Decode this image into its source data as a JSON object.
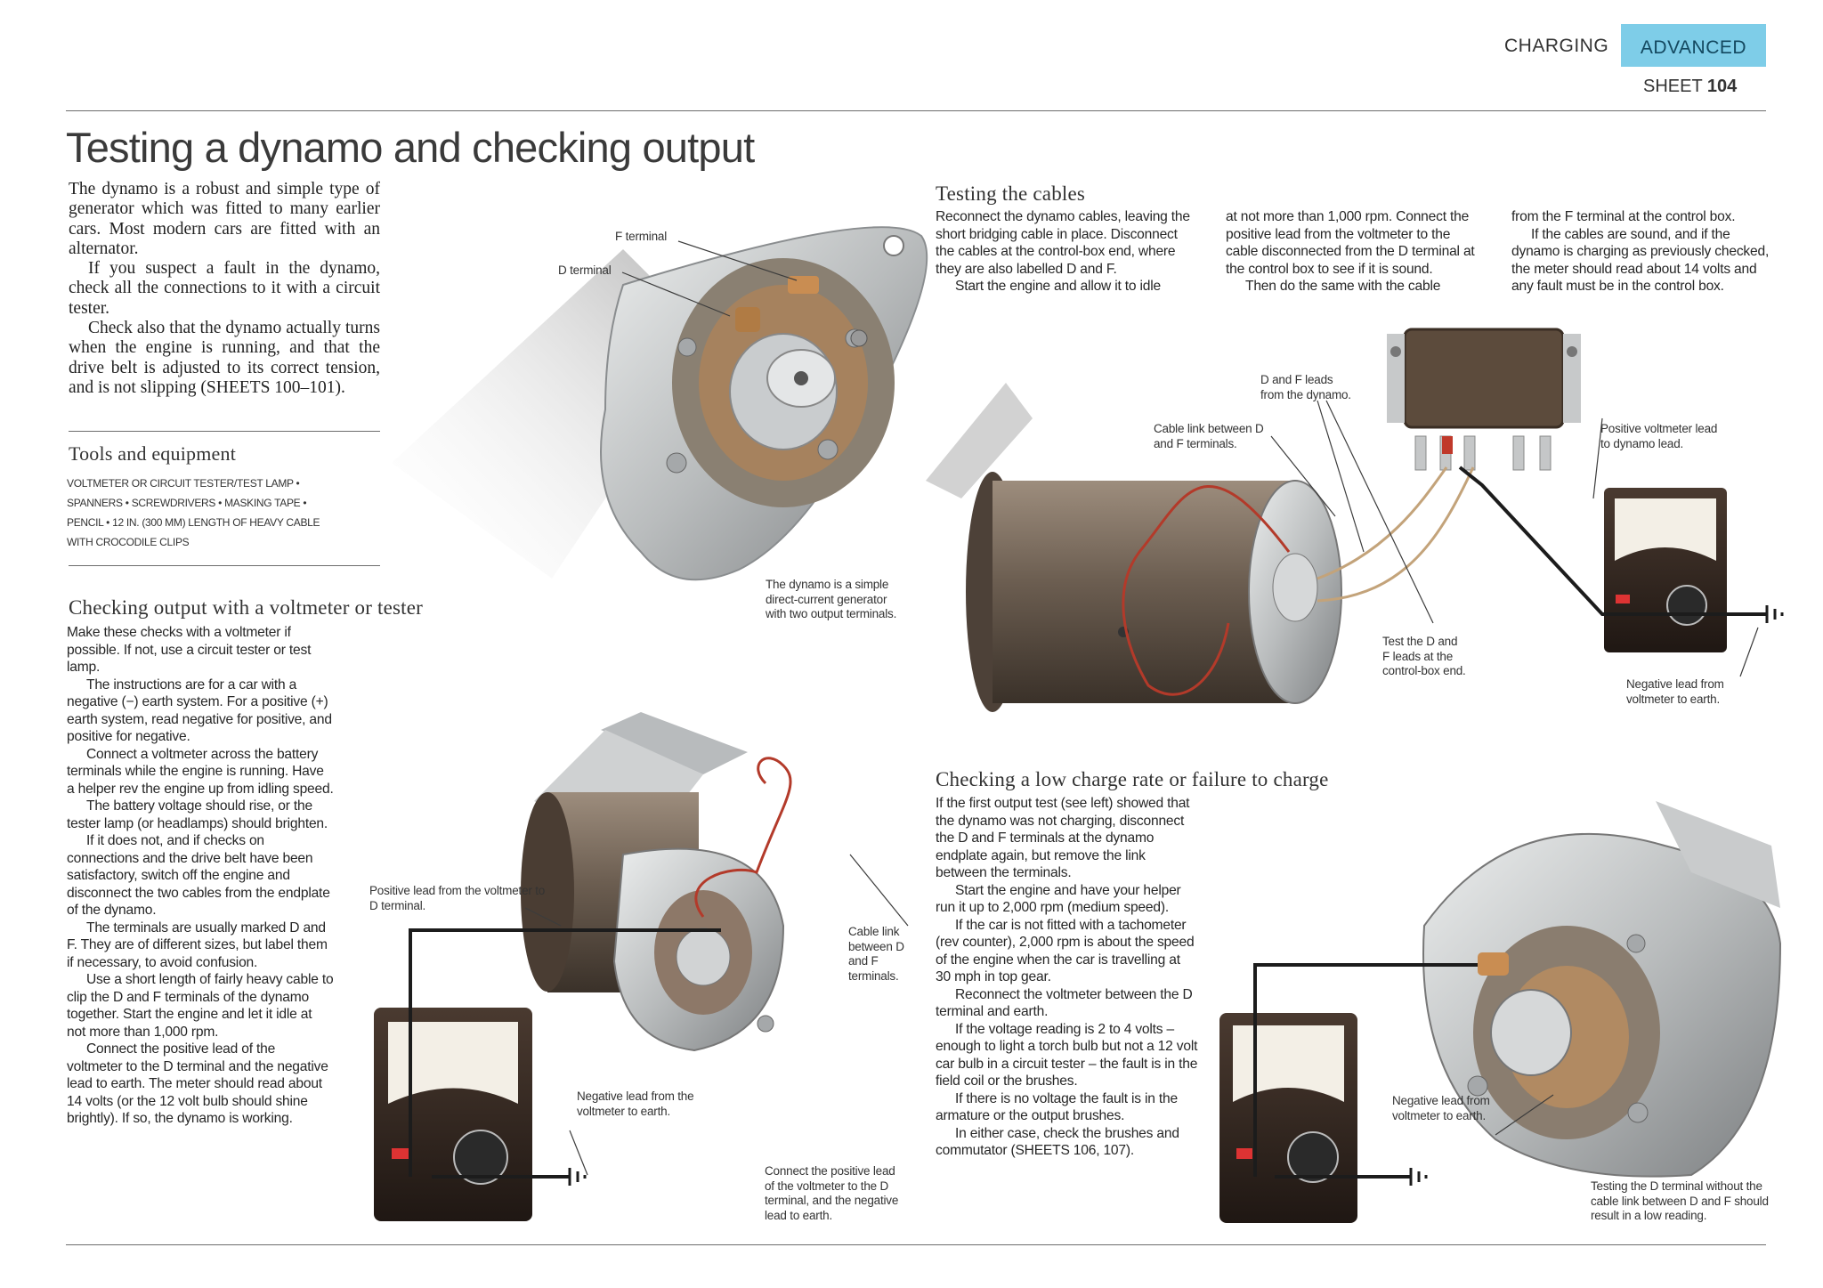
{
  "header": {
    "section": "CHARGING",
    "level": "ADVANCED",
    "sheet_label": "SHEET",
    "sheet_number": "104"
  },
  "title": "Testing a dynamo and checking output",
  "intro": {
    "p1": "The dynamo is a robust and simple type of generator which was fitted to many earlier cars. Most modern cars are fitted with an alternator.",
    "p2": "If you suspect a fault in the dynamo, check all the connections to it with a circuit tester.",
    "p3": "Check also that the dynamo actually turns when the engine is running, and that the drive belt is adjusted to its correct tension, and is not slipping (SHEETS 100–101)."
  },
  "tools": {
    "heading": "Tools and equipment",
    "line1": "VOLTMETER OR CIRCUIT TESTER/TEST LAMP  •",
    "line2": "SPANNERS  •  SCREWDRIVERS  •  MASKING TAPE  •",
    "line3": "PENCIL  •  12 IN. (300 MM) LENGTH OF HEAVY CABLE",
    "line4": "WITH CROCODILE CLIPS"
  },
  "checking_output": {
    "heading": "Checking output with a voltmeter or tester",
    "p1": "Make these checks with a voltmeter if possible. If not, use a circuit tester or test lamp.",
    "p2": "The instructions are for a car with a negative (−) earth system. For a positive (+) earth system, read negative for positive, and positive for negative.",
    "p3": "Connect a voltmeter across the battery terminals while the engine is running. Have a helper rev the engine up from idling speed.",
    "p4": "The battery voltage should rise, or the tester lamp (or headlamps) should brighten.",
    "p5": "If it does not, and if checks on connections and the drive belt have been satisfactory, switch off the engine and disconnect the two cables from the endplate of the dynamo.",
    "p6": "The terminals are usually marked D and F. They are of different sizes, but label them if necessary, to avoid confusion.",
    "p7": "Use a short length of fairly heavy cable to clip the D and F terminals of the dynamo together. Start the engine and let it idle at not more than 1,000 rpm.",
    "p8": "Connect the positive lead of the voltmeter to the D terminal and the negative lead to earth. The meter should read about 14 volts (or the 12 volt bulb should shine brightly). If so, the dynamo is working."
  },
  "testing_cables": {
    "heading": "Testing the cables",
    "col1": {
      "p1": "Reconnect the dynamo cables, leaving the short bridging cable in place. Disconnect the cables at the control-box end, where they are also labelled D and F.",
      "p2": "Start the engine and allow it to idle"
    },
    "col2": {
      "p1": "at not more than 1,000 rpm. Connect the positive lead from the voltmeter to the cable disconnected from the D terminal at the control box to see if it is sound.",
      "p2": "Then do the same with the cable"
    },
    "col3": {
      "p1": "from the F terminal at the control box.",
      "p2": "If the cables are sound, and if the dynamo is charging as previously checked, the meter should read about 14 volts and any fault must be in the control box."
    }
  },
  "low_charge": {
    "heading": "Checking a low charge rate or failure to charge",
    "p1": "If the first output test (see left) showed that the dynamo was not charging, disconnect the D and F terminals at the dynamo endplate again, but remove the link between the terminals.",
    "p2": "Start the engine and have your helper run it up to 2,000 rpm (medium speed).",
    "p3": "If the car is not fitted with a tachometer (rev counter), 2,000 rpm is about the speed of the engine when the car is travelling at 30 mph in top gear.",
    "p4": "Reconnect the voltmeter between the D terminal and earth.",
    "p5": "If the voltage reading is 2 to 4 volts – enough to light a torch bulb but not a 12 volt car bulb in a circuit tester – the fault is in the field coil or the brushes.",
    "p6": "If there is no voltage the fault is in the armature or the output brushes.",
    "p7": "In either case, check the brushes and commutator (SHEETS 106, 107)."
  },
  "callouts": {
    "f_terminal": "F terminal",
    "d_terminal": "D terminal",
    "simple_dynamo": "The dynamo is a simple direct-current generator with two output terminals.",
    "df_leads": "D and F leads from the dynamo.",
    "cable_link_df": "Cable link between D and F terminals.",
    "positive_to_dynamo": "Positive voltmeter lead to dynamo lead.",
    "test_df_leads": "Test the D and F leads at the control-box end.",
    "negative_to_earth_right": "Negative lead from voltmeter to earth.",
    "positive_to_d": "Positive lead from the voltmeter to D terminal.",
    "cable_link_between": "Cable link between D and F terminals.",
    "negative_to_earth_mid": "Negative lead from the voltmeter to earth.",
    "connect_positive": "Connect the positive lead of the voltmeter to the D terminal, and the negative lead to earth.",
    "negative_lead_bottom": "Negative lead from voltmeter to earth.",
    "testing_d_terminal": "Testing the D terminal without the cable link between D and F should result in a low reading."
  },
  "colors": {
    "accent_tab": "#7ecde8",
    "text": "#222222",
    "rule": "#6d6d6d",
    "cable_red": "#b33a2a",
    "metal": "#b9bcbd",
    "dynamo_body": "#7a6c5e"
  }
}
